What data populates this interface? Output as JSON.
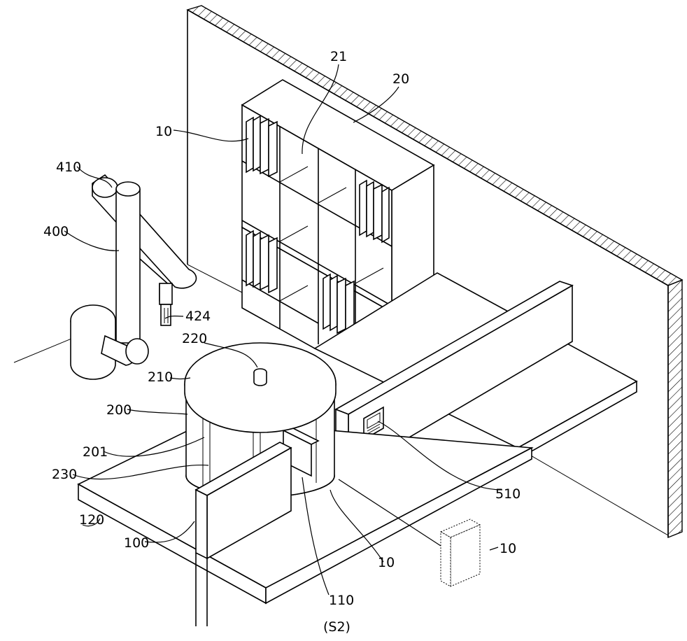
{
  "figure": {
    "caption": "(S2)",
    "labels": {
      "l21": "21",
      "l20": "20",
      "l10_top": "10",
      "l410": "410",
      "l400": "400",
      "l424": "424",
      "l220": "220",
      "l210": "210",
      "l200": "200",
      "l201": "201",
      "l230": "230",
      "l120": "120",
      "l100": "100",
      "l510": "510",
      "l10_right": "10",
      "l10_bottom": "10",
      "l110": "110"
    }
  }
}
